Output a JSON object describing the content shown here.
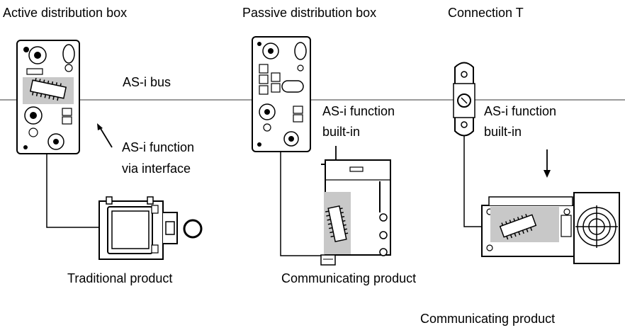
{
  "labels": {
    "active_box": "Active distribution box",
    "passive_box": "Passive distribution box",
    "connection_t": "Connection T",
    "bus": "AS-i bus",
    "func_interface_1": "AS-i function",
    "func_interface_2": "via interface",
    "func_builtin_a_1": "AS-i function",
    "func_builtin_a_2": "built-in",
    "func_builtin_b_1": "AS-i function",
    "func_builtin_b_2": "built-in",
    "traditional_product": "Traditional product",
    "communicating_product_1": "Communicating product",
    "communicating_product_2": "Communicating product"
  },
  "colors": {
    "bus_line": "#9a9a9a",
    "chip_highlight": "#c8c8c8",
    "stroke": "#000000"
  }
}
